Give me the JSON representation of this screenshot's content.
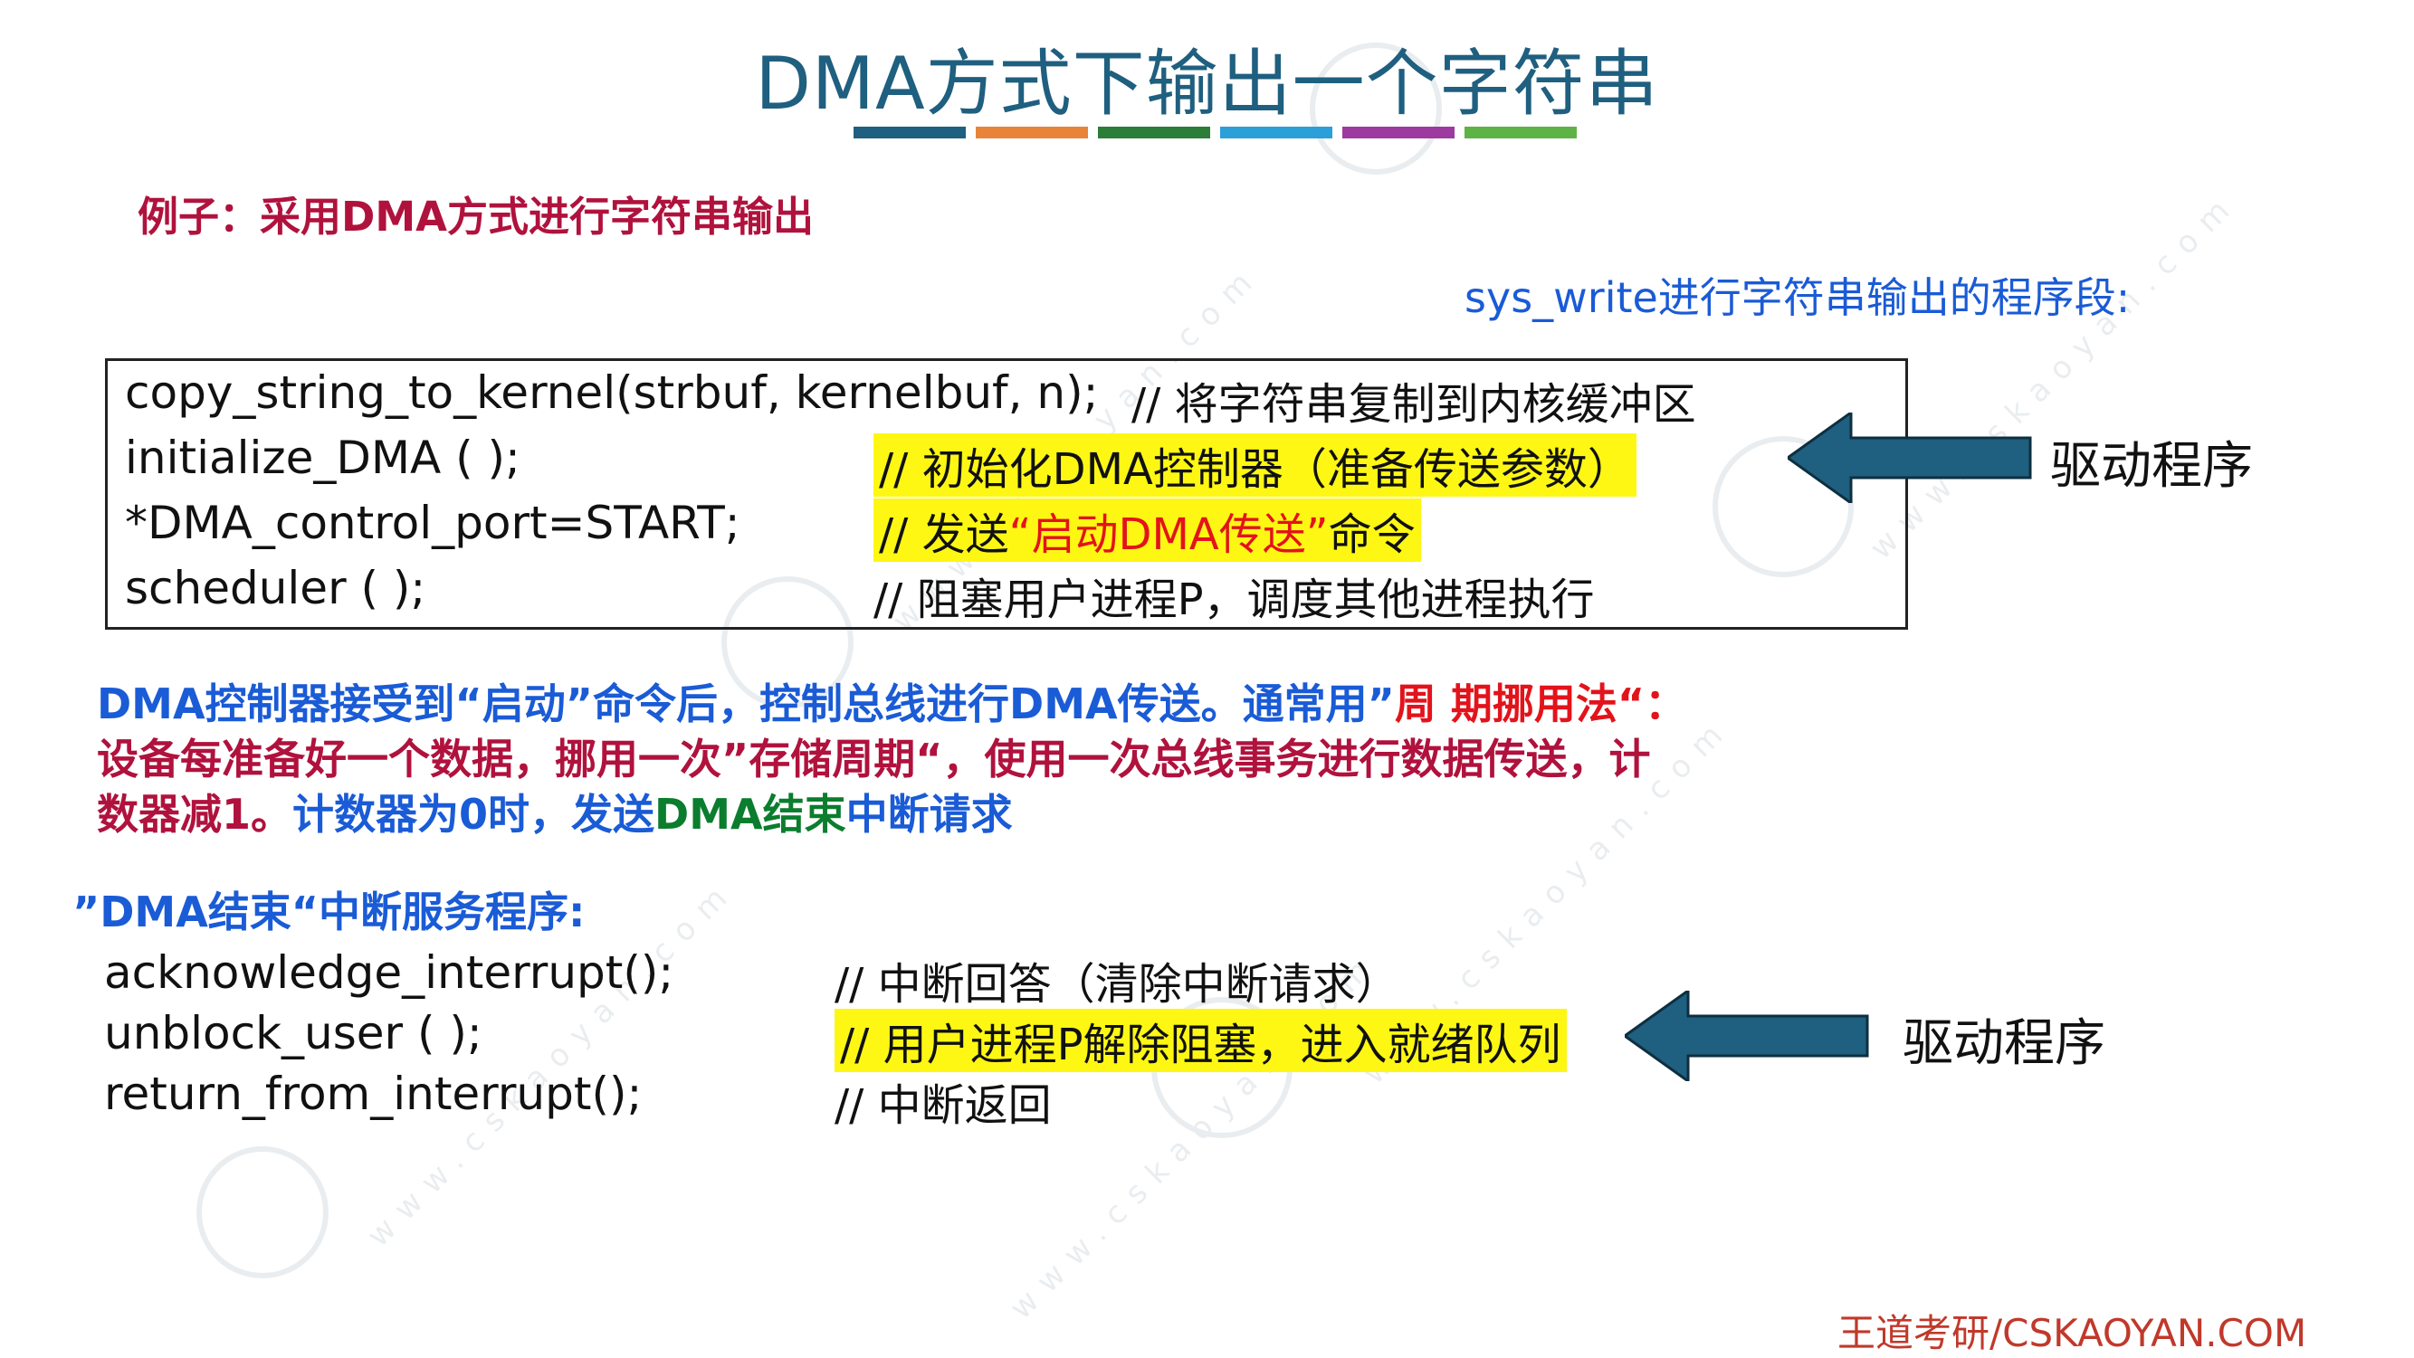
{
  "title": "DMA方式下输出一个字符串",
  "title_bar_colors": [
    "#1f5f7f",
    "#e8843a",
    "#2d7d3a",
    "#2b9fd8",
    "#9c3aa0",
    "#5db345"
  ],
  "example_label": "例子：采用DMA方式进行字符串输出",
  "code_section_heading": "sys_write进行字符串输出的程序段:",
  "code_lines": [
    {
      "code": "copy_string_to_kernel(strbuf, kernelbuf, n);",
      "comment": "// 将字符串复制到内核缓冲区"
    },
    {
      "code": "initialize_DMA ( );",
      "comment": "// 初始化DMA控制器（准备传送参数）"
    },
    {
      "code": "*DMA_control_port=START;",
      "comment_prefix": "// 发送",
      "comment_highlight": "“启动DMA传送”",
      "comment_suffix": "命令"
    },
    {
      "code": "scheduler ( );",
      "comment": "// 阻塞用户进程P，调度其他进程执行"
    }
  ],
  "driver_label_1": "驱动程序",
  "paragraph": {
    "p1": "DMA控制器接受到“启动”命令后，控制总线进行DMA传送。通常用”",
    "p2": "周 期挪用法“：",
    "p3": "设备每准备好一个数据，挪用一次”存储周期“，使用一次总线事务进行数据传送，计",
    "p4": "数器减1。",
    "p5": "计数器为0时，发送",
    "p6": "DMA结束",
    "p7": "中断请求"
  },
  "isr_heading": "”DMA结束“中断服务程序:",
  "isr_lines": [
    {
      "code": "acknowledge_interrupt();",
      "comment": "// 中断回答（清除中断请求）"
    },
    {
      "code": "unblock_user ( );",
      "comment": "// 用户进程P解除阻塞，进入就绪队列"
    },
    {
      "code": "return_from_interrupt();",
      "comment": "// 中断返回"
    }
  ],
  "driver_label_2": "驱动程序",
  "footer": "王道考研/CSKAOYAN.COM",
  "colors": {
    "title": "#1f5f7f",
    "crimson": "#b0123d",
    "blue": "#1a5bd6",
    "red": "#e3131b",
    "green": "#0b7d2e",
    "highlight": "#fdf713",
    "arrow": "#1f5f7f"
  },
  "watermark_text": "www.cskaoyan.com"
}
